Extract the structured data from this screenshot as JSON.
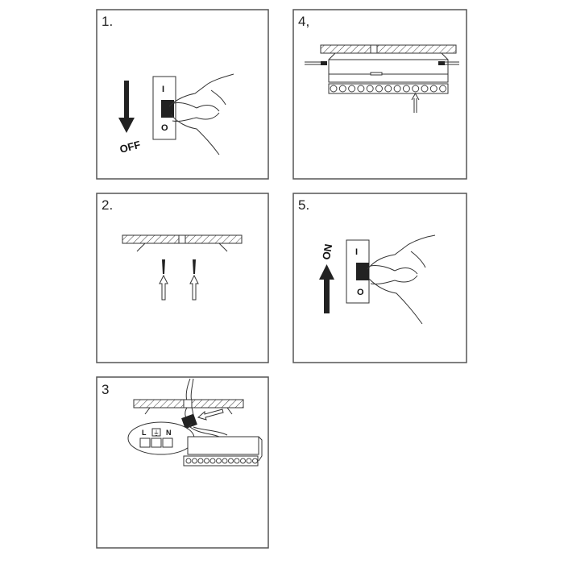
{
  "steps": [
    {
      "number": "1.",
      "switch_top": "I",
      "switch_bottom": "O",
      "action": "OFF"
    },
    {
      "number": "2."
    },
    {
      "number": "3",
      "terminals": [
        "L",
        "⏚",
        "N"
      ]
    },
    {
      "number": "4,"
    },
    {
      "number": "5.",
      "switch_top": "I",
      "switch_bottom": "O",
      "action": "ON"
    }
  ],
  "colors": {
    "line": "#333333",
    "frame": "#555555",
    "fill_dark": "#222222"
  }
}
